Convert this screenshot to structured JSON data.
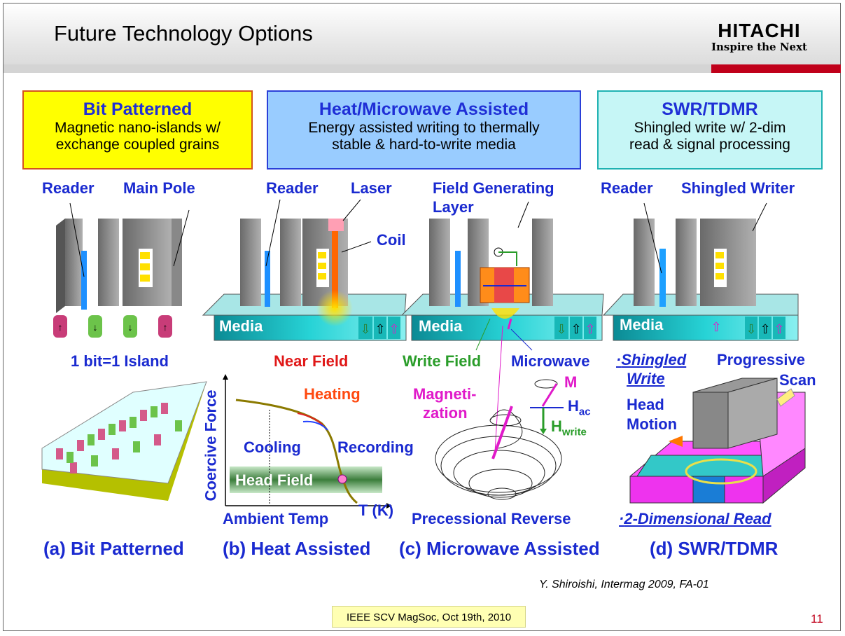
{
  "slide": {
    "title": "Future Technology Options",
    "logo_brand": "HITACHI",
    "logo_tagline": "Inspire the Next",
    "page_number": "11",
    "citation": "Y. Shiroishi, Intermag 2009, FA-01",
    "footer_text": "IEEE SCV MagSoc, Oct 19th, 2010"
  },
  "boxes": [
    {
      "title": "Bit Patterned",
      "line1": "Magnetic nano-islands w/",
      "line2": "exchange coupled grains",
      "bg": "#ffff00",
      "border": "#d4551b"
    },
    {
      "title": "Heat/Microwave Assisted",
      "line1": "Energy assisted writing to thermally",
      "line2": "stable & hard-to-write media",
      "bg": "#99ccff",
      "border": "#2a3fd8"
    },
    {
      "title": "SWR/TDMR",
      "line1": "Shingled write w/ 2-dim",
      "line2": "read & signal processing",
      "bg": "#c6f6f6",
      "border": "#1fb2b2"
    }
  ],
  "labels": {
    "a_reader": "Reader",
    "a_main_pole": "Main Pole",
    "a_island": "1 bit=1 Island",
    "b_reader": "Reader",
    "b_laser": "Laser",
    "b_coil": "Coil",
    "b_media": "Media",
    "b_near_field": "Near Field",
    "b_heating": "Heating",
    "b_cooling": "Cooling",
    "b_recording": "Recording",
    "b_head_field": "Head Field",
    "b_coercive": "Coercive Force",
    "b_ambient": "Ambient Temp",
    "b_tk": "T (K)",
    "c_fgl": "Field Generating",
    "c_layer": "Layer",
    "c_media": "Media",
    "c_write_field": "Write Field",
    "c_microwave": "Microwave",
    "c_magnet1": "Magneti-",
    "c_magnet2": "zation",
    "c_m": "M",
    "c_hac": "H",
    "c_hac_sub": "ac",
    "c_hwrite": "H",
    "c_hwrite_sub": "write",
    "c_precessional": "Precessional Reverse",
    "d_reader": "Reader",
    "d_shingled_writer": "Shingled Writer",
    "d_media": "Media",
    "d_shingled": "Shingled",
    "d_write": "Write",
    "d_progressive": "Progressive",
    "d_scan": "Scan",
    "d_head": "Head",
    "d_motion": "Motion",
    "d_2d_read": "2-Dimensional Read"
  },
  "captions": {
    "a": "(a) Bit Patterned",
    "b": "(b) Heat Assisted",
    "c": "(c) Microwave Assisted",
    "d": "(d) SWR/TDMR"
  }
}
